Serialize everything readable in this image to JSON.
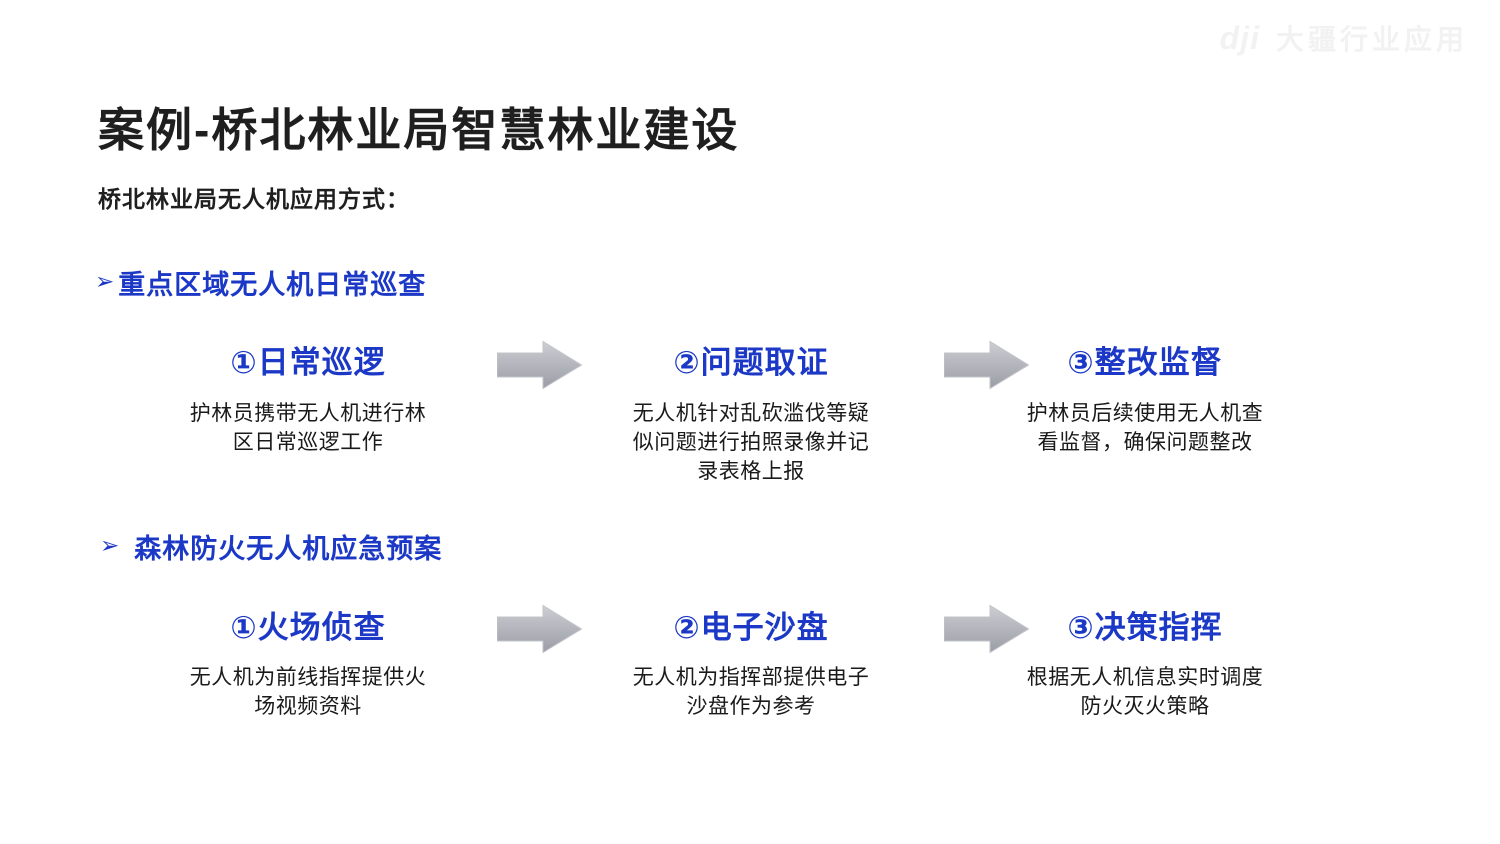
{
  "watermark": {
    "logo": "dji",
    "label": "大疆行业应用"
  },
  "header": {
    "title": "案例-桥北林业局智慧林业建设",
    "subtitle": "桥北林业局无人机应用方式："
  },
  "sections": [
    {
      "bullet": "➢",
      "heading": "重点区域无人机日常巡查",
      "steps": [
        {
          "title": "①日常巡逻",
          "desc_lines": [
            "护林员携带无人机进行林",
            "区日常巡逻工作"
          ]
        },
        {
          "title": "②问题取证",
          "desc_lines": [
            "无人机针对乱砍滥伐等疑",
            "似问题进行拍照录像并记",
            "录表格上报"
          ]
        },
        {
          "title": "③整改监督",
          "desc_lines": [
            "护林员后续使用无人机查",
            "看监督，确保问题整改"
          ]
        }
      ]
    },
    {
      "bullet": "➢",
      "heading": "森林防火无人机应急预案",
      "steps": [
        {
          "title": "①火场侦查",
          "desc_lines": [
            "无人机为前线指挥提供火",
            "场视频资料"
          ]
        },
        {
          "title": "②电子沙盘",
          "desc_lines": [
            "无人机为指挥部提供电子",
            "沙盘作为参考"
          ]
        },
        {
          "title": "③决策指挥",
          "desc_lines": [
            "根据无人机信息实时调度",
            "防火灭火策略"
          ]
        }
      ]
    }
  ],
  "colors": {
    "accent_blue": "#1c38c6",
    "arrow_gray_top": "#cdced3",
    "arrow_gray_bottom": "#9b9da6",
    "text_dark": "#1f1f1f",
    "watermark_gray": "#f2f2f2"
  }
}
